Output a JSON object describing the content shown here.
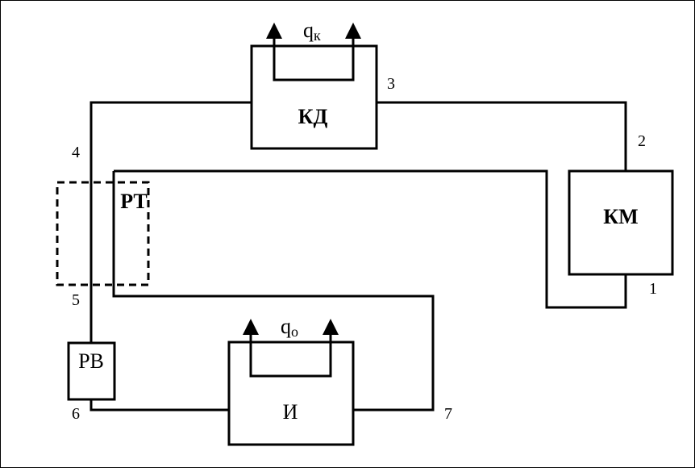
{
  "components": {
    "condenser": "КД",
    "compressor": "КМ",
    "evaporator": "И",
    "heat_exchanger": "РТ",
    "expansion_valve": "РВ"
  },
  "heat_flows": {
    "condenser_base": "q",
    "condenser_sub": "к",
    "evaporator_base": "q",
    "evaporator_sub": "о"
  },
  "points": {
    "p1": "1",
    "p2": "2",
    "p3": "3",
    "p4": "4",
    "p5": "5",
    "p6": "6",
    "p7": "7"
  }
}
